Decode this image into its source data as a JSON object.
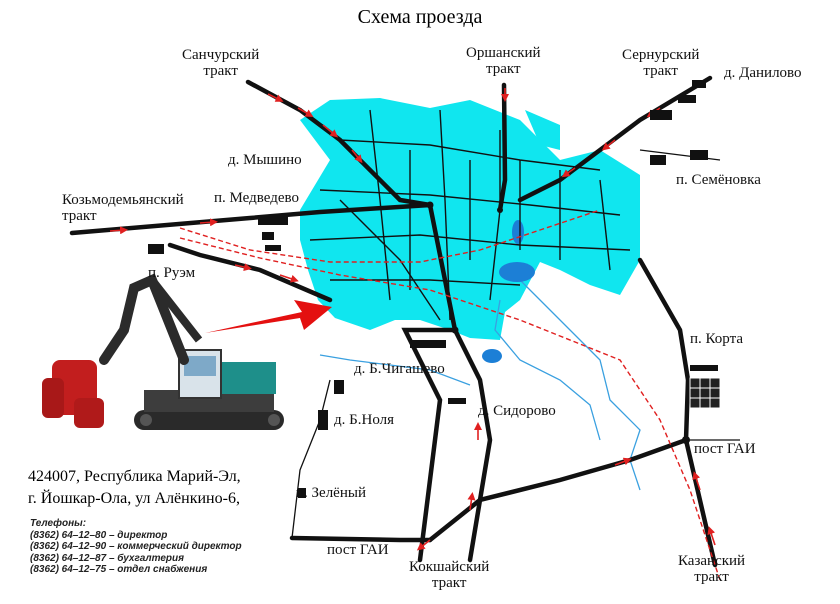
{
  "title": "Схема проезда",
  "colors": {
    "city": "#10e6ef",
    "road": "#111111",
    "rail": "#e02020",
    "river": "#3aa0e0",
    "arrow": "#e02020"
  },
  "labels": {
    "sanchur": [
      "Санчурский",
      "тракт"
    ],
    "orshan": [
      "Оршанский",
      "тракт"
    ],
    "sernur": [
      "Сернурский",
      "тракт"
    ],
    "danilovo": "д. Данилово",
    "myshino": "д. Мышино",
    "medvedevo": "п. Медведево",
    "kozmodem": [
      "Козьмодемьянский",
      "тракт"
    ],
    "semenovka": "п. Семёновка",
    "ruem": "п. Руэм",
    "korta": "п. Корта",
    "chigashevo": "д. Б.Чигашево",
    "sidorovo": "д. Сидорово",
    "bnolya": "д. Б.Ноля",
    "gai_east": "пост ГАИ",
    "zeleny": "п. Зелёный",
    "gai_south": "пост ГАИ",
    "kokshay": [
      "Кокшайский",
      "тракт"
    ],
    "kazan": [
      "Казанский",
      "тракт"
    ]
  },
  "address": [
    "424007, Республика Марий-Эл,",
    "г. Йошкар-Ола, ул Алёнкино-6,"
  ],
  "phones": {
    "heading": "Телефоны:",
    "lines": [
      "(8362) 64–12–80 – директор",
      "(8362) 64–12–90 – коммерческий директор",
      "(8362) 64–12–87 – бухгалтерия",
      "(8362) 64–12–75 – отдел снабжения"
    ]
  },
  "icons": {
    "pointer": "red-pointer-arrow-icon",
    "machine": "forest-harvester-image"
  }
}
